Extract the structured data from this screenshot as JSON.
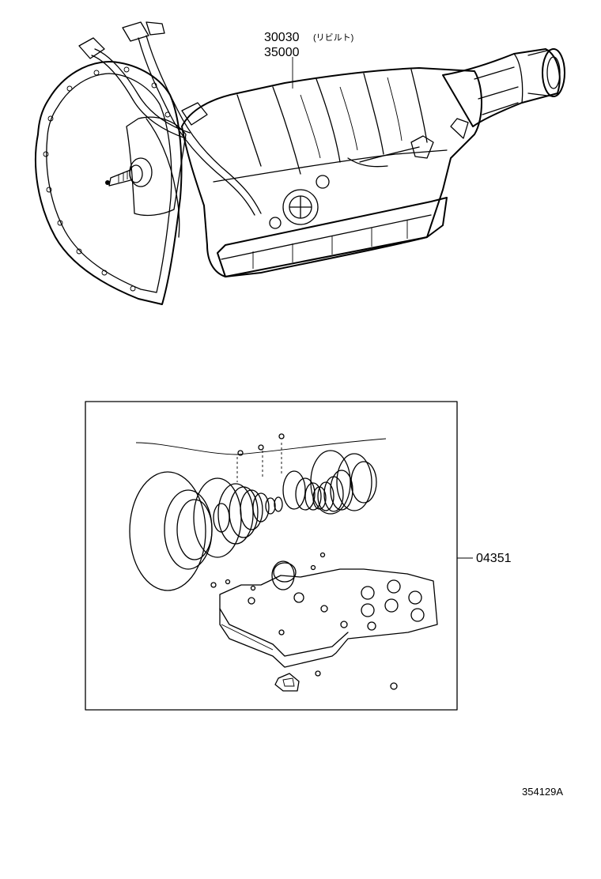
{
  "callouts": {
    "transmission_rebuilt": "30030",
    "rebuilt_note": "(リビルト)",
    "transmission_assy": "35000",
    "gasket_kit": "04351"
  },
  "illustration_code": "354129A"
}
